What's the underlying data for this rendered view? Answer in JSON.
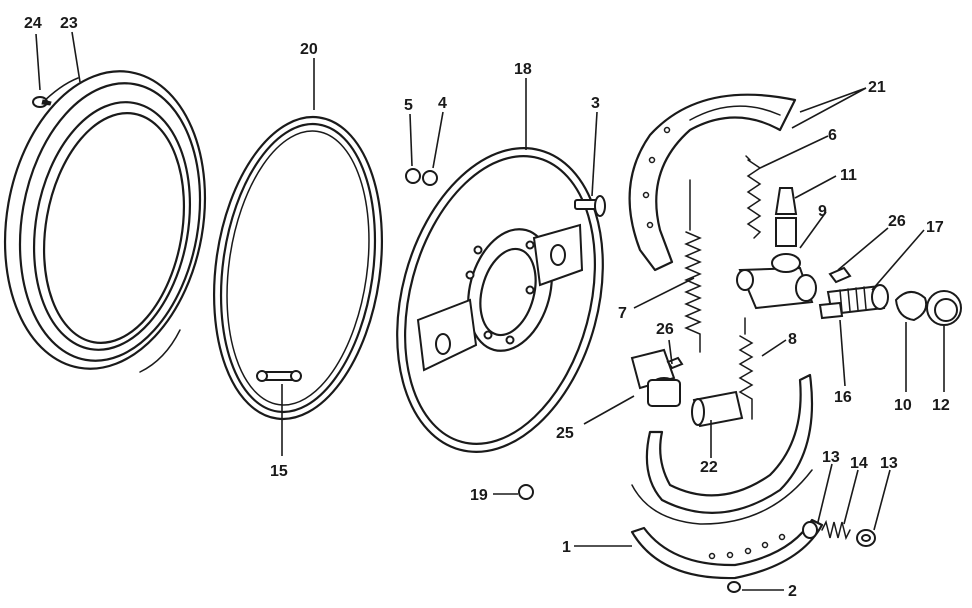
{
  "callouts": [
    {
      "id": "c24",
      "text": "24"
    },
    {
      "id": "c23",
      "text": "23"
    },
    {
      "id": "c20",
      "text": "20"
    },
    {
      "id": "c18",
      "text": "18"
    },
    {
      "id": "c5",
      "text": "5"
    },
    {
      "id": "c4",
      "text": "4"
    },
    {
      "id": "c3",
      "text": "3"
    },
    {
      "id": "c21",
      "text": "21"
    },
    {
      "id": "c6",
      "text": "6"
    },
    {
      "id": "c11",
      "text": "11"
    },
    {
      "id": "c9",
      "text": "9"
    },
    {
      "id": "c26a",
      "text": "26"
    },
    {
      "id": "c17",
      "text": "17"
    },
    {
      "id": "c7",
      "text": "7"
    },
    {
      "id": "c26b",
      "text": "26"
    },
    {
      "id": "c8",
      "text": "8"
    },
    {
      "id": "c16",
      "text": "16"
    },
    {
      "id": "c10",
      "text": "10"
    },
    {
      "id": "c12",
      "text": "12"
    },
    {
      "id": "c25",
      "text": "25"
    },
    {
      "id": "c22",
      "text": "22"
    },
    {
      "id": "c15",
      "text": "15"
    },
    {
      "id": "c19",
      "text": "19"
    },
    {
      "id": "c13a",
      "text": "13"
    },
    {
      "id": "c14",
      "text": "14"
    },
    {
      "id": "c13b",
      "text": "13"
    },
    {
      "id": "c1",
      "text": "1"
    },
    {
      "id": "c2",
      "text": "2"
    }
  ]
}
